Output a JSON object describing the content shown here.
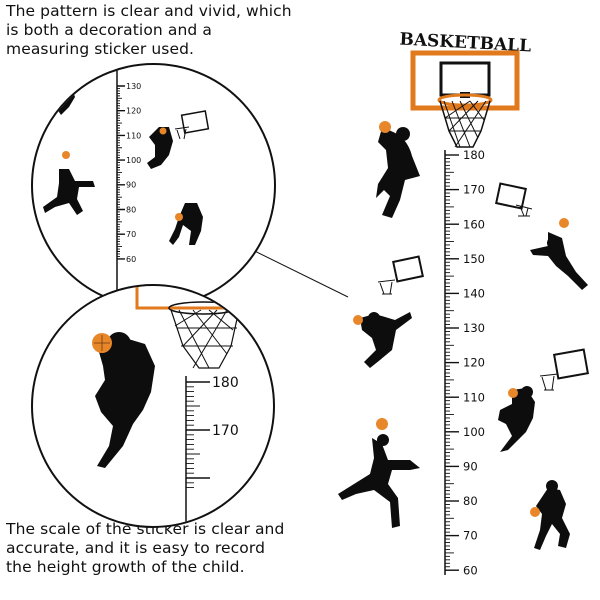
{
  "captions": {
    "top": "The pattern is clear and vivid, which is both a decoration and a measuring sticker used.",
    "bottom": "The scale of the sticker is clear and accurate, and it is easy to record the height growth of the child."
  },
  "main_ruler": {
    "title": "BASKETBALL",
    "labels": [
      "180",
      "170",
      "160",
      "150",
      "140",
      "130",
      "120",
      "110",
      "100",
      "90",
      "80",
      "70",
      "60"
    ]
  },
  "zoom_top": {
    "labels": [
      "130",
      "120",
      "110",
      "100",
      "90",
      "80",
      "70",
      "60"
    ]
  },
  "zoom_bottom": {
    "labels": [
      "180",
      "170"
    ]
  },
  "colors": {
    "rim_orange": "#e07a1c",
    "ball_orange": "#e8862a",
    "silhouette": "#0d0d0d"
  }
}
